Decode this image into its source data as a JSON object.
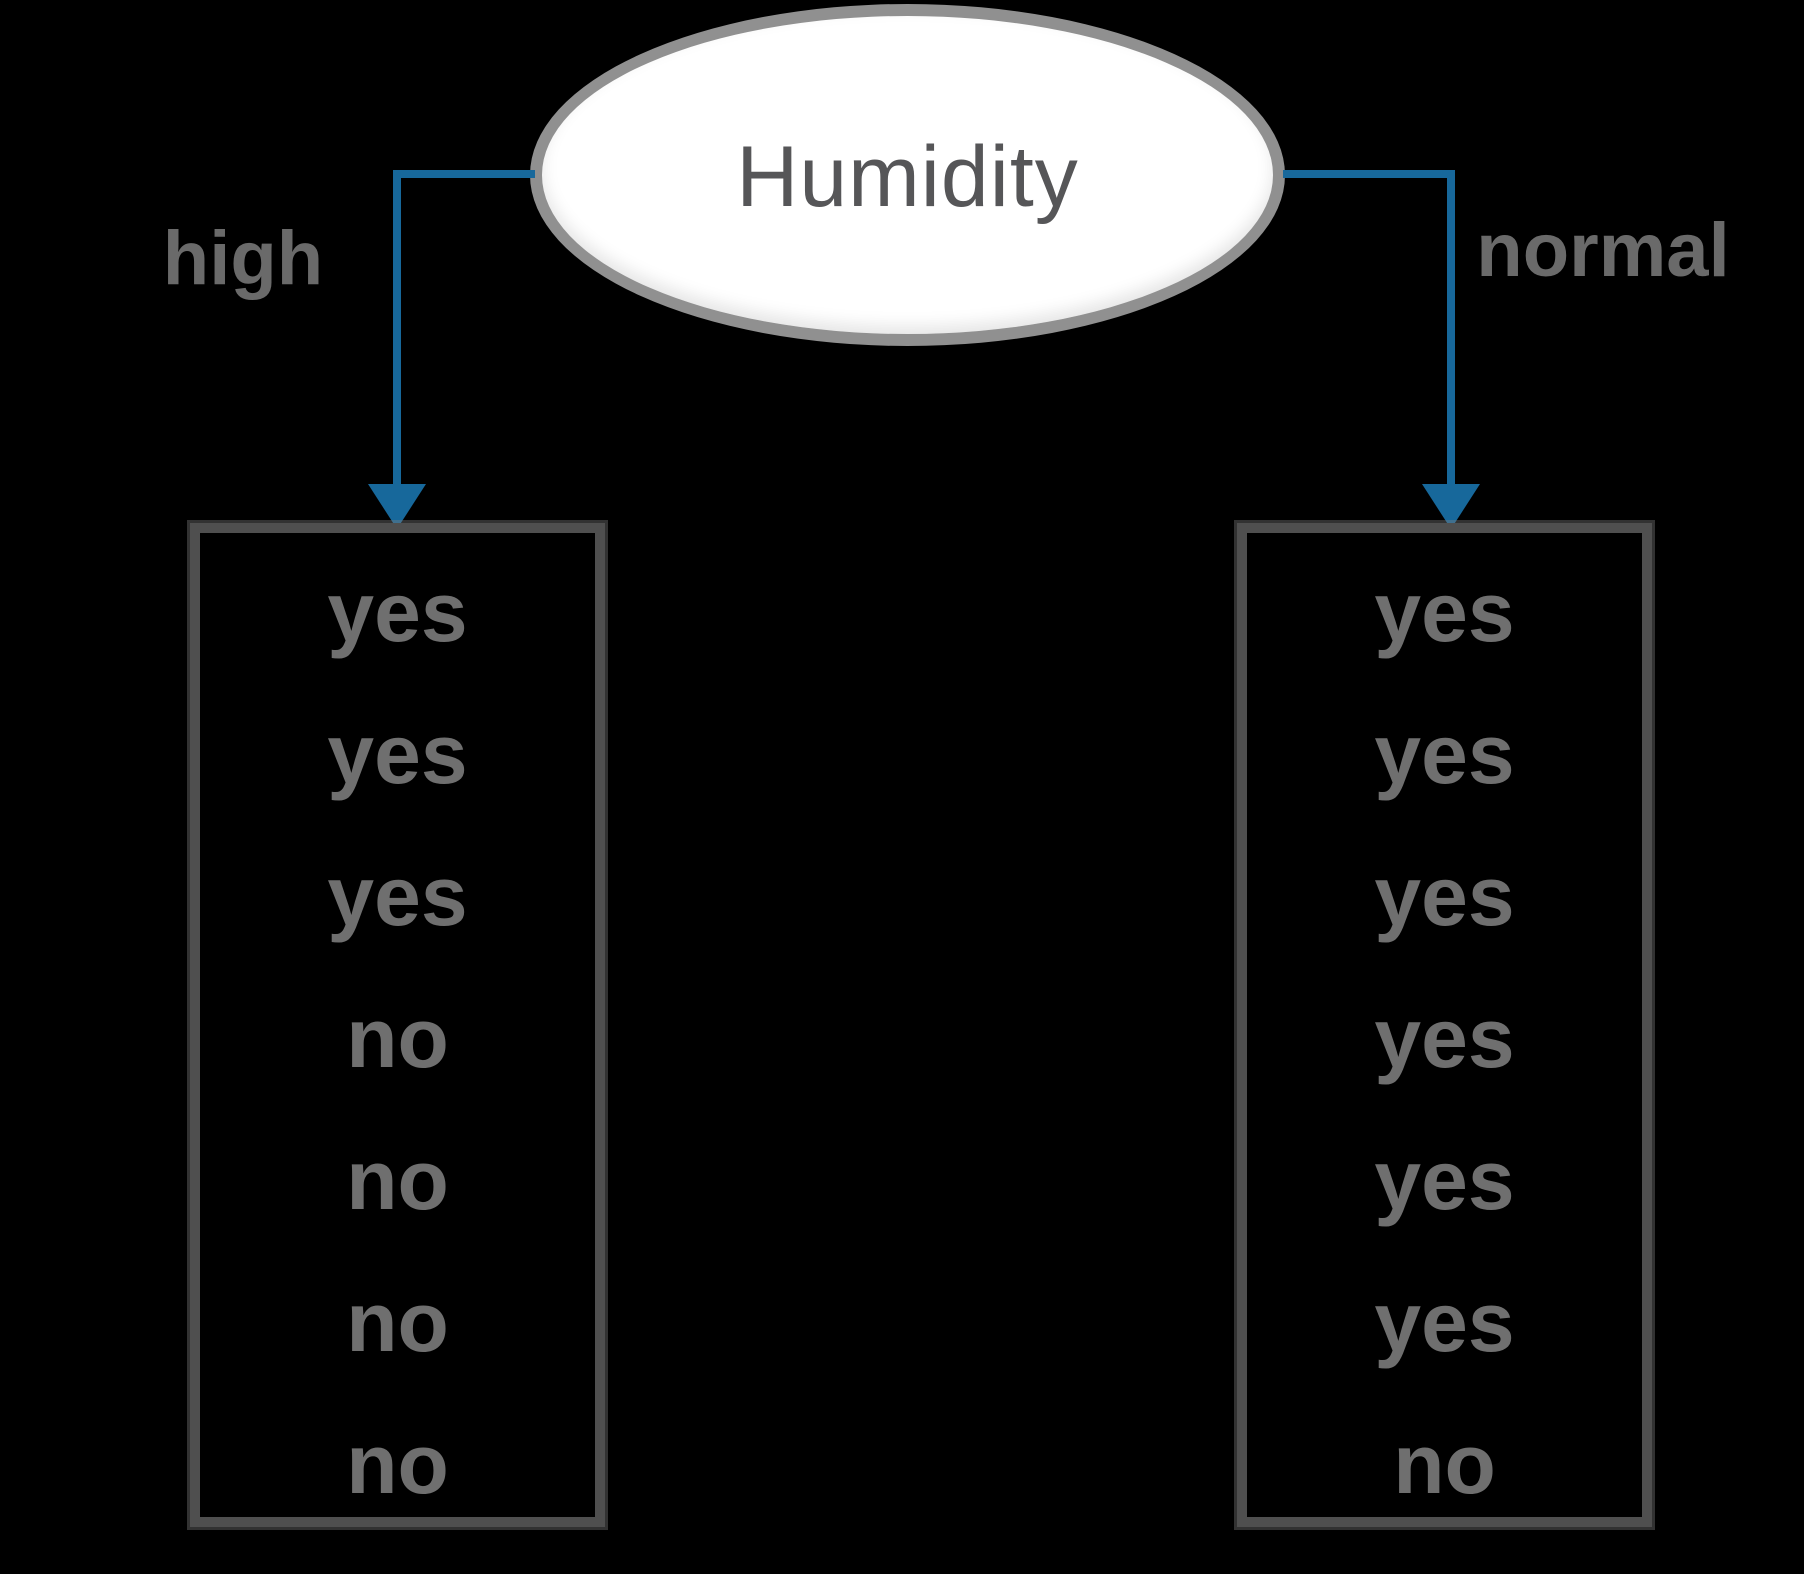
{
  "diagram": {
    "type": "decision-tree-split",
    "root": {
      "label": "Humidity"
    },
    "branches": [
      {
        "label": "high",
        "values": [
          "yes",
          "yes",
          "yes",
          "no",
          "no",
          "no",
          "no"
        ]
      },
      {
        "label": "normal",
        "values": [
          "yes",
          "yes",
          "yes",
          "yes",
          "yes",
          "yes",
          "no"
        ]
      }
    ],
    "colors": {
      "background": "#000000",
      "arrow": "#17689b",
      "node_fill": "#ffffff",
      "node_border": "#909090",
      "box_border": "#4f4f4f",
      "root_text": "#565658",
      "label_text": "#6a6a6a",
      "value_text": "#6f6f6f"
    }
  }
}
